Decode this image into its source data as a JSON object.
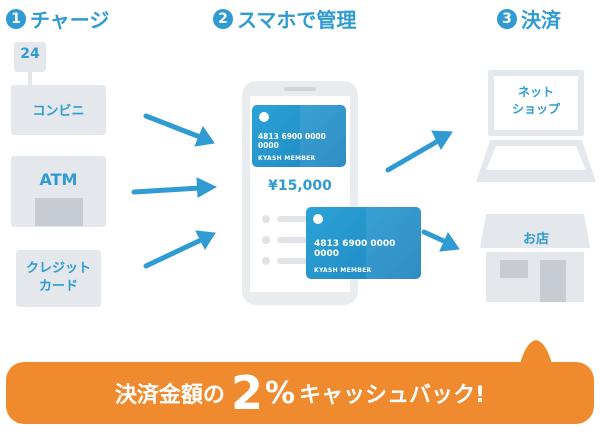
{
  "steps": [
    {
      "num": "1",
      "label": "チャージ"
    },
    {
      "num": "2",
      "label": "スマホで管理"
    },
    {
      "num": "3",
      "label": "決済"
    }
  ],
  "charge": {
    "badge": "24",
    "konbini": "コンビニ",
    "atm": "ATM",
    "credit_line1": "クレジット",
    "credit_line2": "カード"
  },
  "phone": {
    "card_number": "4813 6900 0000 0000",
    "member": "KYASH MEMBER",
    "balance": "¥15,000"
  },
  "payment": {
    "shop_line1": "ネット",
    "shop_line2": "ショップ",
    "store": "お店"
  },
  "banner": {
    "prefix": "決済金額の",
    "big": "2",
    "percent": "%",
    "suffix": "キャッシュバック!"
  },
  "colors": {
    "accent": "#2f9bd2",
    "banner": "#f08a2e",
    "panel": "#e4e8ec"
  }
}
